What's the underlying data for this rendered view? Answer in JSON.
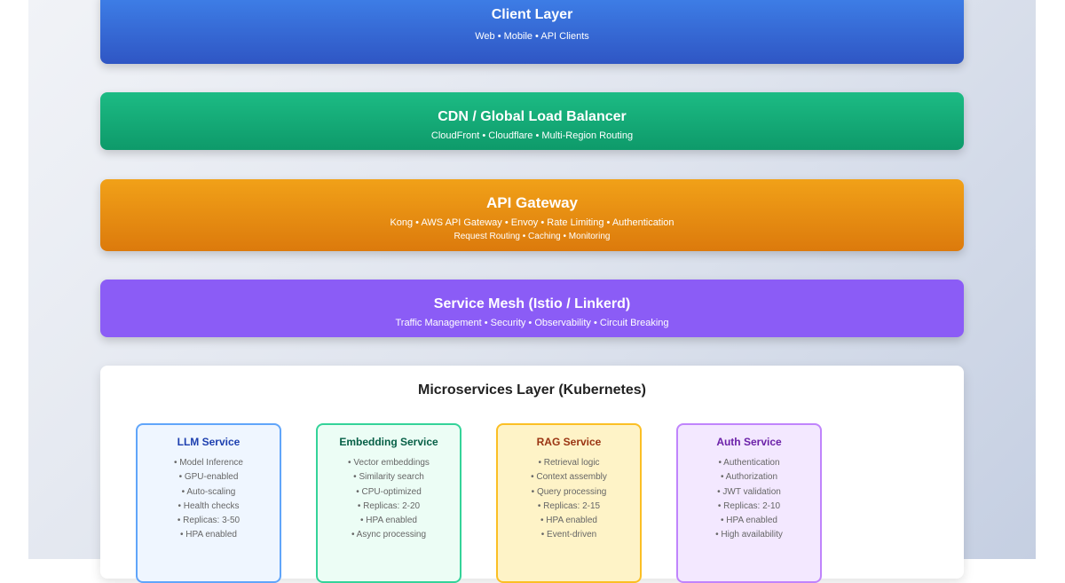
{
  "layers": {
    "client": {
      "title": "Client Layer",
      "subtitle": "Web • Mobile • API Clients"
    },
    "cdn": {
      "title": "CDN / Global Load Balancer",
      "subtitle": "CloudFront • Cloudflare • Multi-Region Routing"
    },
    "api": {
      "title": "API Gateway",
      "subtitle": "Kong • AWS API Gateway • Envoy • Rate Limiting • Authentication",
      "subtitle2": "Request Routing • Caching • Monitoring"
    },
    "mesh": {
      "title": "Service Mesh (Istio / Linkerd)",
      "subtitle": "Traffic Management • Security • Observability • Circuit Breaking"
    }
  },
  "microservices": {
    "title": "Microservices Layer (Kubernetes)",
    "services": [
      {
        "title": "LLM Service",
        "color": "#1e40af",
        "border": "#60a5fa",
        "bg": "#eff6ff",
        "items": [
          "• Model Inference",
          "• GPU-enabled",
          "• Auto-scaling",
          "• Health checks",
          "• Replicas: 3-50",
          "• HPA enabled"
        ]
      },
      {
        "title": "Embedding Service",
        "color": "#065f46",
        "border": "#34d399",
        "bg": "#ecfdf5",
        "items": [
          "• Vector embeddings",
          "• Similarity search",
          "• CPU-optimized",
          "• Replicas: 2-20",
          "• HPA enabled",
          "• Async processing"
        ]
      },
      {
        "title": "RAG Service",
        "color": "#9a3412",
        "border": "#fbbf24",
        "bg": "#fef3c7",
        "items": [
          "• Retrieval logic",
          "• Context assembly",
          "• Query processing",
          "• Replicas: 2-15",
          "• HPA enabled",
          "• Event-driven"
        ]
      },
      {
        "title": "Auth Service",
        "color": "#6b21a8",
        "border": "#c084fc",
        "bg": "#f3e8ff",
        "items": [
          "• Authentication",
          "• Authorization",
          "• JWT validation",
          "• Replicas: 2-10",
          "• HPA enabled",
          "• High availability"
        ]
      }
    ]
  }
}
